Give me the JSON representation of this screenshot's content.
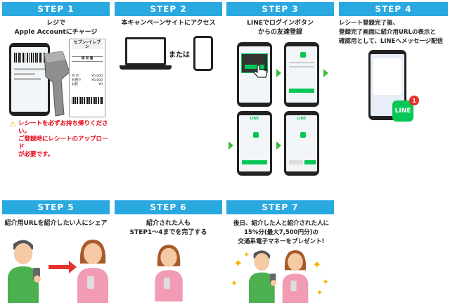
{
  "steps": [
    {
      "label": "STEP 1",
      "desc": "レジで\nApple Accountにチャージ"
    },
    {
      "label": "STEP 2",
      "desc": "本キャンペーンサイトにアクセス"
    },
    {
      "label": "STEP 3",
      "desc": "LINEでログインボタン\nからの友達登録"
    },
    {
      "label": "STEP 4",
      "desc": "レシート登録完了後、\n登録完了画面に紹介用URLの表示と\n確認用として、LINEへメッセージ配信"
    },
    {
      "label": "STEP 5",
      "desc": "紹介用URLを紹介したい人にシェア"
    },
    {
      "label": "STEP 6",
      "desc": "紹介された人も\nSTEP1〜4までを完了する"
    },
    {
      "label": "STEP 7",
      "desc": "後日、紹介した人と紹介された人に\n15%分(最大7,500円分)の\n交通系電子マネーをプレゼント!"
    }
  ],
  "step1": {
    "warning_line1": "レシートを必ずお持ち帰りください。",
    "warning_line2": "ご登録時にレシートのアップロード",
    "warning_line3": "が必要です。",
    "receipt_store": "セブン-イレブン",
    "receipt_title": "領 収 書",
    "receipt_total_label": "合 計",
    "receipt_total": "¥5,000",
    "receipt_cash_label": "お預り",
    "receipt_cash": "¥5,000",
    "receipt_change_label": "お釣",
    "receipt_change": "¥0"
  },
  "step2": {
    "or_label": "または"
  },
  "step3": {
    "line_label": "LINE"
  },
  "step4": {
    "line_label": "LINE",
    "badge_count": "1"
  },
  "colors": {
    "step_bar": "#29a9e0",
    "warning": "#e60012",
    "line_green": "#06c755",
    "arrow_green": "#3dbb3d"
  }
}
